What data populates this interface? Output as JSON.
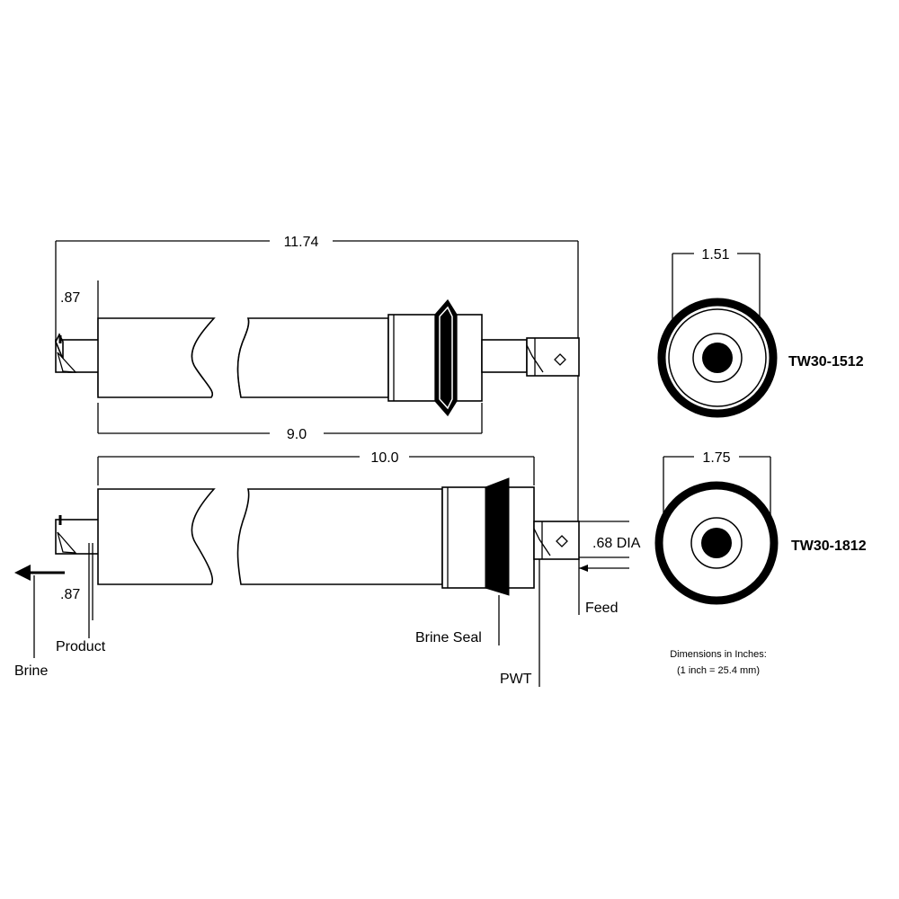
{
  "dimensions": {
    "overall_length": "11.74",
    "end_length_top": ".87",
    "end_length_bottom": ".87",
    "body_length_1512": "9.0",
    "body_length_1812": "10.0",
    "diameter_1512": "1.51",
    "diameter_1812": "1.75",
    "port_diameter": ".68 DIA"
  },
  "callouts": {
    "brine": "Brine",
    "product": "Product",
    "brine_seal": "Brine Seal",
    "pwt": "PWT",
    "feed": "Feed"
  },
  "models": {
    "top": "TW30-1512",
    "bottom": "TW30-1812"
  },
  "note": {
    "line1": "Dimensions in Inches:",
    "line2": "(1 inch = 25.4 mm)"
  }
}
